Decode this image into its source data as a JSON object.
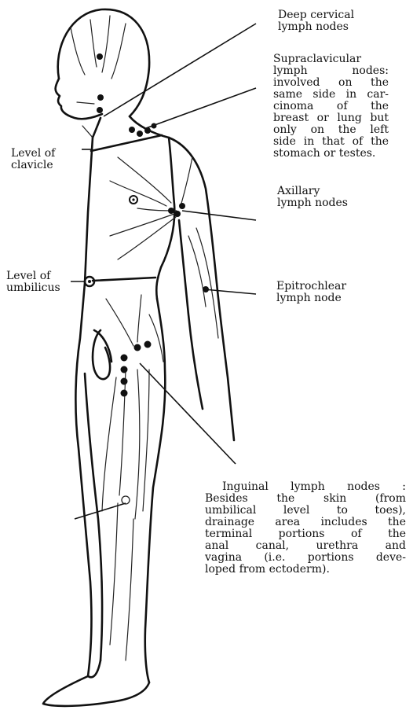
{
  "labels": {
    "deep_cervical": [
      "Deep cervical",
      "lymph nodes"
    ],
    "supraclavicular": [
      "Supraclavicular",
      "lymph nodes:",
      "involved on the",
      "same side in car-",
      "cinoma of the",
      "breast or lung but",
      "only on the left",
      "side in that of the",
      "stomach or testes."
    ],
    "level_clavicle": [
      "Level of",
      "clavicle"
    ],
    "axillary": [
      "Axillary",
      "lymph nodes"
    ],
    "level_umbilicus": [
      "Level of",
      "umbilicus"
    ],
    "epitrochlear": [
      "Epitrochlear",
      "lymph node"
    ],
    "inguinal": [
      "Inguinal lymph nodes :",
      "Besides the skin (from",
      "umbilical level to toes),",
      "drainage area includes the",
      "terminal portions of the",
      "anal canal, urethra and",
      "vagina (i.e. portions deve-",
      "loped from ectoderm)."
    ]
  },
  "colors": {
    "ink": "#111111",
    "background": "#ffffff"
  }
}
